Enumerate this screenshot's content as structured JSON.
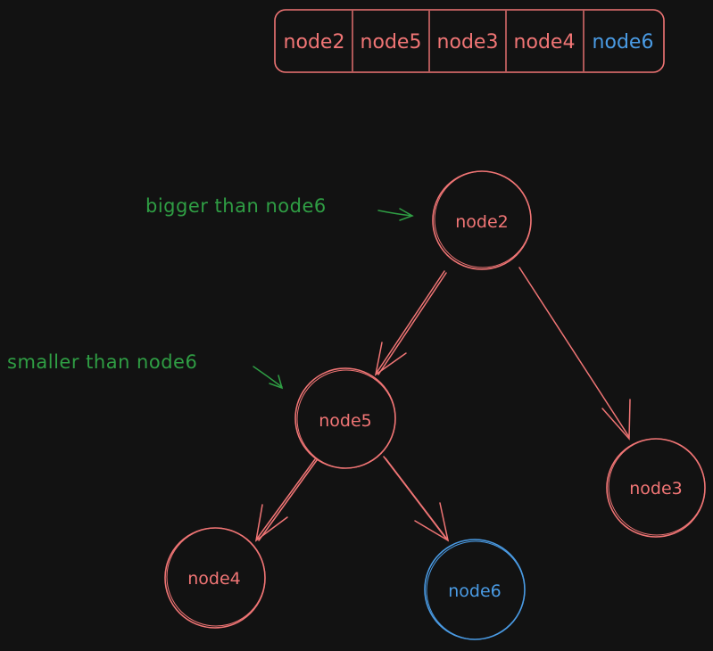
{
  "colors": {
    "background": "#121212",
    "node_default": "#f07575",
    "node_highlight": "#4a9be4",
    "annotation": "#2f9e44"
  },
  "array": {
    "cells": [
      {
        "label": "node2",
        "highlight": false
      },
      {
        "label": "node5",
        "highlight": false
      },
      {
        "label": "node3",
        "highlight": false
      },
      {
        "label": "node4",
        "highlight": false
      },
      {
        "label": "node6",
        "highlight": true
      }
    ]
  },
  "tree": {
    "nodes": [
      {
        "id": "node2",
        "label": "node2",
        "highlight": false
      },
      {
        "id": "node5",
        "label": "node5",
        "highlight": false
      },
      {
        "id": "node3",
        "label": "node3",
        "highlight": false
      },
      {
        "id": "node4",
        "label": "node4",
        "highlight": false
      },
      {
        "id": "node6",
        "label": "node6",
        "highlight": true
      }
    ],
    "edges": [
      {
        "from": "node2",
        "to": "node5"
      },
      {
        "from": "node2",
        "to": "node3"
      },
      {
        "from": "node5",
        "to": "node4"
      },
      {
        "from": "node5",
        "to": "node6"
      }
    ]
  },
  "annotations": [
    {
      "text": "bigger than node6",
      "target": "node2"
    },
    {
      "text": "smaller than node6",
      "target": "node5"
    }
  ]
}
